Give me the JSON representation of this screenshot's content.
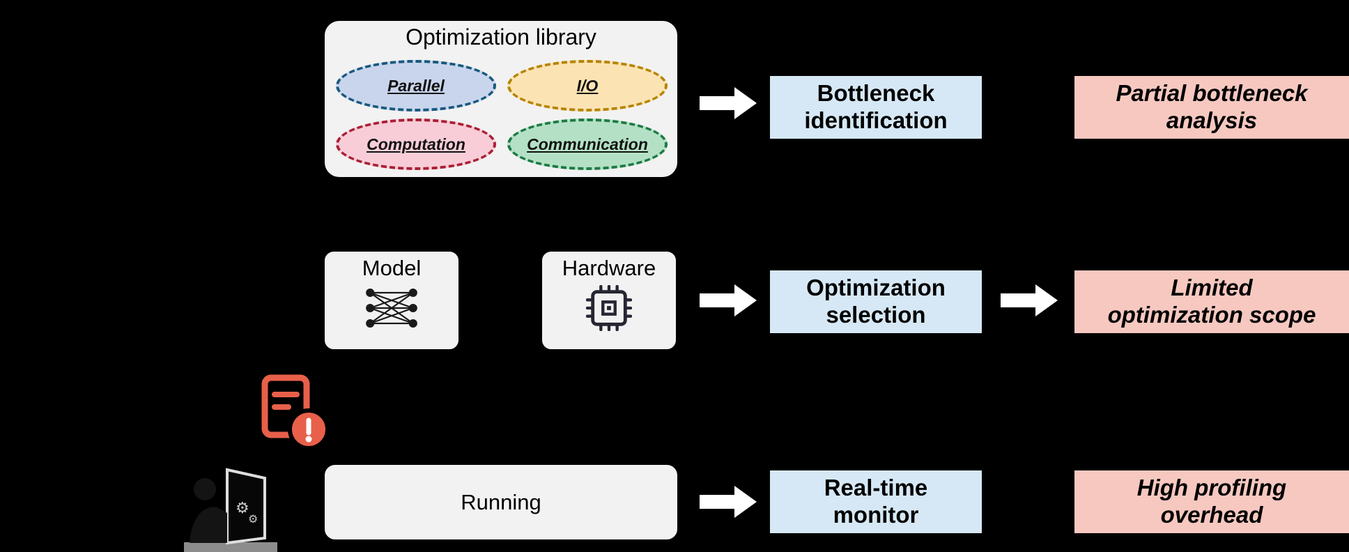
{
  "colors": {
    "background": "#000000",
    "panel_bg": "#f2f2f2",
    "panel_border": "#000000",
    "stage_box_bg": "#d6e8f5",
    "issue_box_bg": "#f6c8c0",
    "arrow": "#ffffff",
    "alert_icon": "#e8604a",
    "category_parallel_border": "#17597f",
    "category_parallel_fill": "#c9d5ec",
    "category_io_border": "#b68400",
    "category_io_fill": "#fbe3b3",
    "category_computation_border": "#aa1f33",
    "category_computation_fill": "#f8cdd8",
    "category_communication_border": "#1d7a44",
    "category_communication_fill": "#b4e1c5"
  },
  "library": {
    "title": "Optimization library",
    "categories": [
      {
        "label": "Parallel"
      },
      {
        "label": "I/O"
      },
      {
        "label": "Computation"
      },
      {
        "label": "Communication"
      }
    ]
  },
  "inputs": {
    "model": {
      "label": "Model",
      "icon": "neural-network-icon"
    },
    "hardware": {
      "label": "Hardware",
      "icon": "chip-icon"
    },
    "running": {
      "label": "Running"
    }
  },
  "icons": [
    "neural-network-icon",
    "chip-icon",
    "document-alert-icon",
    "person-at-computer-icon"
  ],
  "stages": [
    {
      "text": "Bottleneck identification",
      "lines": [
        "Bottleneck",
        "identification"
      ]
    },
    {
      "text": "Optimization selection",
      "lines": [
        "Optimization",
        "selection"
      ]
    },
    {
      "text": "Real-time monitor",
      "lines": [
        "Real-time",
        "monitor"
      ]
    }
  ],
  "issues": [
    {
      "text": "Partial bottleneck analysis",
      "lines": [
        "Partial bottleneck",
        "analysis"
      ]
    },
    {
      "text": "Limited optimization scope",
      "lines": [
        "Limited",
        "optimization scope"
      ]
    },
    {
      "text": "High profiling overhead",
      "lines": [
        "High profiling",
        "overhead"
      ]
    }
  ]
}
